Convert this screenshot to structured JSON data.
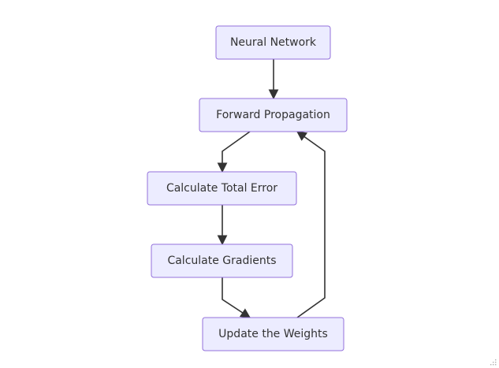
{
  "diagram": {
    "type": "flowchart",
    "colors": {
      "node_fill": "#ececff",
      "node_border": "#9370db",
      "edge": "#333333",
      "text": "#333333"
    },
    "nodes": [
      {
        "id": "nn",
        "label": "Neural Network"
      },
      {
        "id": "fp",
        "label": "Forward Propagation"
      },
      {
        "id": "cte",
        "label": "Calculate Total Error"
      },
      {
        "id": "cg",
        "label": "Calculate Gradients"
      },
      {
        "id": "uw",
        "label": "Update the Weights"
      }
    ],
    "edges": [
      {
        "from": "nn",
        "to": "fp"
      },
      {
        "from": "fp",
        "to": "cte"
      },
      {
        "from": "cte",
        "to": "cg"
      },
      {
        "from": "cg",
        "to": "uw"
      },
      {
        "from": "uw",
        "to": "fp"
      }
    ]
  }
}
